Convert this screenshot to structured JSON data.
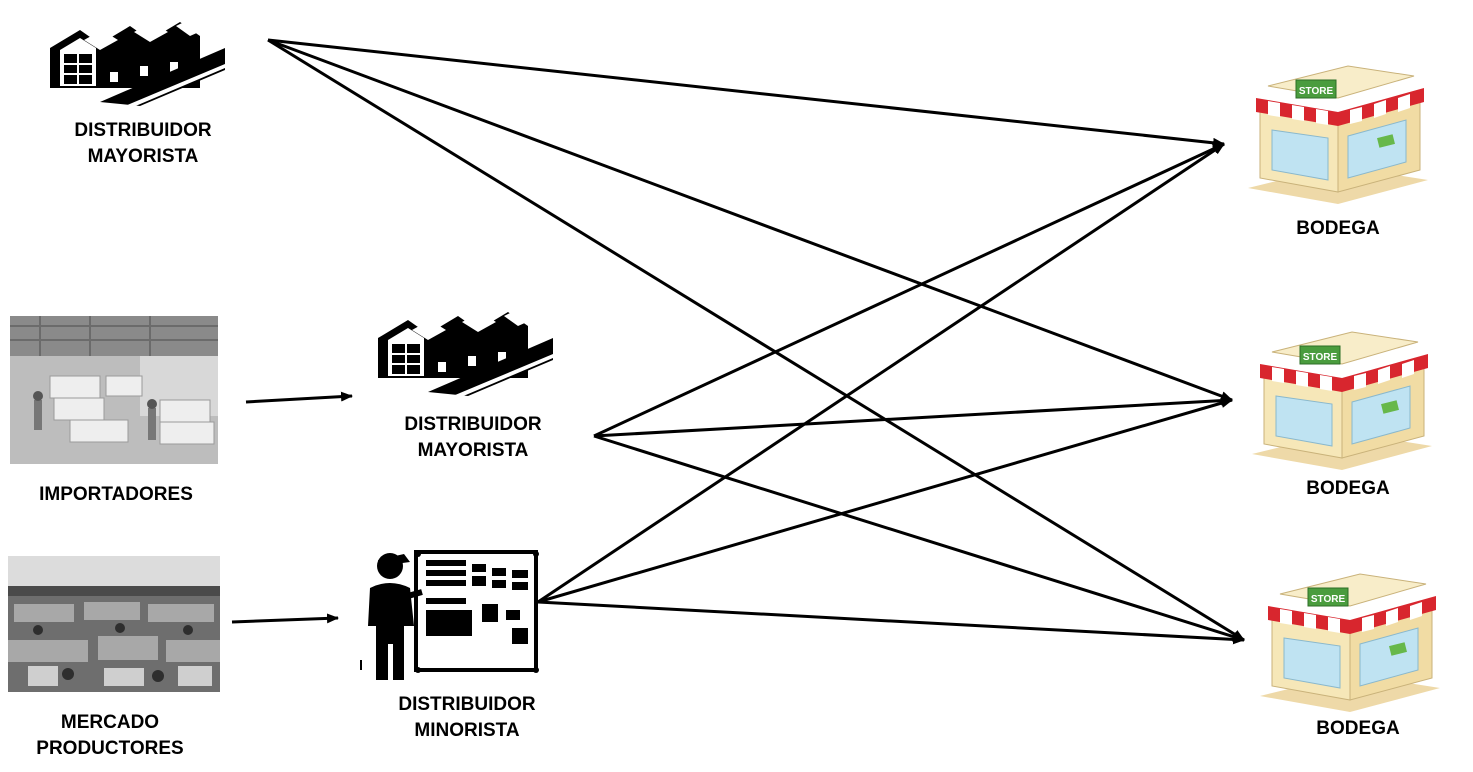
{
  "nodes": {
    "wholesaler_top": {
      "line1": "DISTRIBUIDOR",
      "line2": "MAYORISTA"
    },
    "importers": {
      "label": "IMPORTADORES"
    },
    "wholesaler_mid": {
      "line1": "DISTRIBUIDOR",
      "line2": "MAYORISTA"
    },
    "producers_market": {
      "line1": "MERCADO",
      "line2": "PRODUCTORES"
    },
    "retailer": {
      "line1": "DISTRIBUIDOR",
      "line2": "MINORISTA"
    },
    "store_1": {
      "label": "BODEGA",
      "sign": "STORE"
    },
    "store_2": {
      "label": "BODEGA",
      "sign": "STORE"
    },
    "store_3": {
      "label": "BODEGA",
      "sign": "STORE"
    }
  },
  "edges": [
    {
      "from": "wholesaler_top",
      "to": "store_1"
    },
    {
      "from": "wholesaler_top",
      "to": "store_2"
    },
    {
      "from": "wholesaler_top",
      "to": "store_3"
    },
    {
      "from": "importers",
      "to": "wholesaler_mid"
    },
    {
      "from": "producers_market",
      "to": "retailer"
    },
    {
      "from": "wholesaler_mid",
      "to": "store_1"
    },
    {
      "from": "wholesaler_mid",
      "to": "store_2"
    },
    {
      "from": "wholesaler_mid",
      "to": "store_3"
    },
    {
      "from": "retailer",
      "to": "store_1"
    },
    {
      "from": "retailer",
      "to": "store_2"
    },
    {
      "from": "retailer",
      "to": "store_3"
    }
  ],
  "colors": {
    "line": "#000000",
    "awning_red": "#d8262e",
    "store_wall": "#f6e7b8",
    "store_sign": "#4a9c3e",
    "window": "#bfe3f2"
  },
  "icons": {
    "wholesaler": "warehouse-icon",
    "importers": "warehouse-workers-photo",
    "producers_market": "market-photo",
    "retailer": "retail-distributor-icon",
    "store": "store-icon"
  }
}
